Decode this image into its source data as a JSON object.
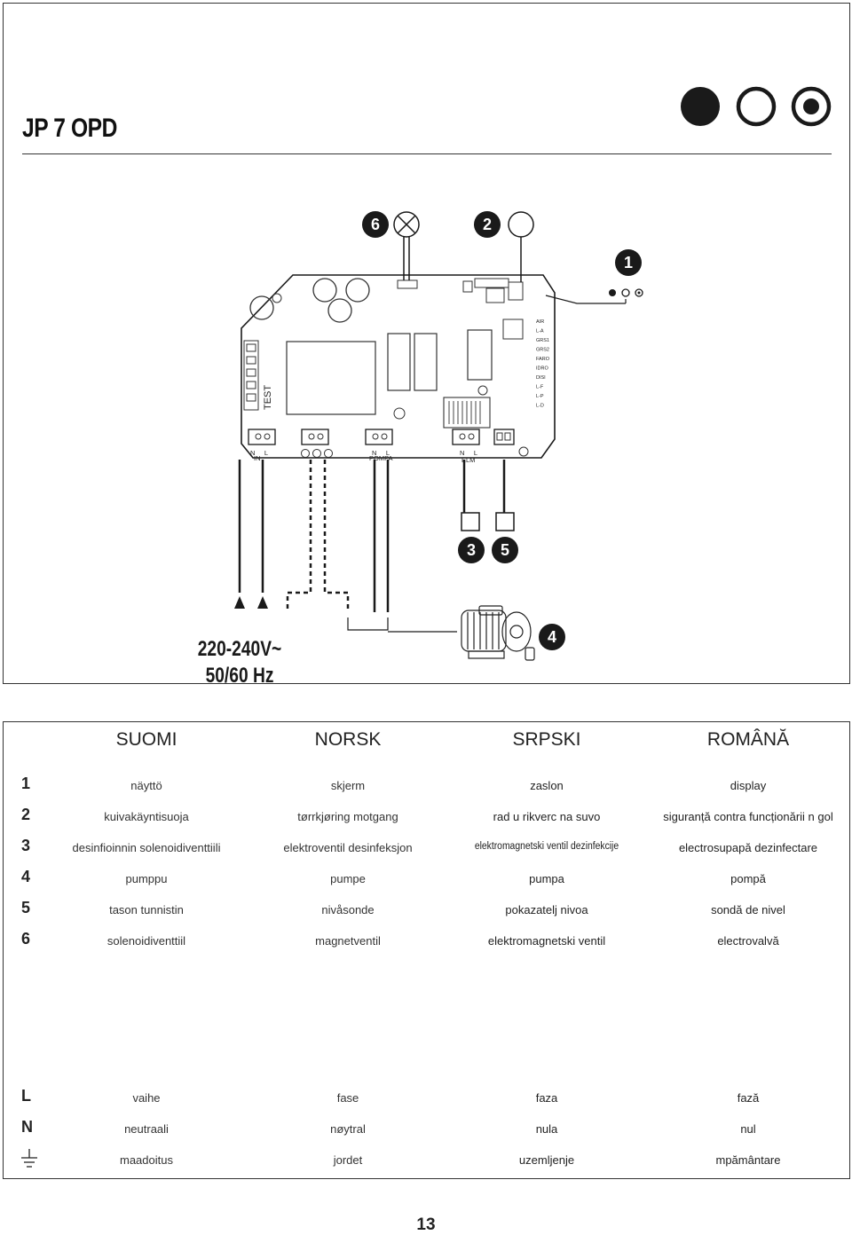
{
  "title": "JP 7 OPD",
  "voltage": {
    "line1": "220-240V~",
    "line2": "50/60 Hz"
  },
  "callouts": {
    "c1": "1",
    "c2": "2",
    "c3": "3",
    "c4": "4",
    "c5": "5",
    "c6": "6"
  },
  "pcb": {
    "test_label": "TEST",
    "terminal_in": "N     L",
    "terminal_in_sub": "IN",
    "terminal_pompa": "N     L",
    "terminal_pompa_sub": "POMPA",
    "terminal_elm": "N     L",
    "terminal_elm_sub": "ELM",
    "side_labels": [
      "AIR",
      "L-A",
      "GRS1",
      "GRS2",
      "FARO",
      "IDRO",
      "DISI",
      "L-F",
      "L-P",
      "L-D"
    ]
  },
  "languages": [
    "SUOMI",
    "NORSK",
    "SRPSKI",
    "ROMÂNĂ"
  ],
  "rows": [
    {
      "num": "1",
      "cells": [
        "näyttö",
        "skjerm",
        "zaslon",
        "display"
      ]
    },
    {
      "num": "2",
      "cells": [
        "kuivakäyntisuoja",
        "tørrkjøring motgang",
        "rad u rikverc na suvo",
        "siguranță contra funcționării n gol"
      ]
    },
    {
      "num": "3",
      "cells": [
        "desinfioinnin solenoidiventtiili",
        "elektroventil desinfeksjon",
        "elektromagnetski ventil dezinfekcije",
        "electrosupapă dezinfectare"
      ]
    },
    {
      "num": "4",
      "cells": [
        "pumppu",
        "pumpe",
        "pumpa",
        "pompă"
      ]
    },
    {
      "num": "5",
      "cells": [
        "tason tunnistin",
        "nivåsonde",
        "pokazatelj nivoa",
        "sondă de nivel"
      ]
    },
    {
      "num": "6",
      "cells": [
        "solenoidiventtiil",
        "magnetventil",
        "elektromagnetski ventil",
        "electrovalvă"
      ]
    }
  ],
  "legend": [
    {
      "sym": "L",
      "cells": [
        "vaihe",
        "fase",
        "faza",
        "fază"
      ]
    },
    {
      "sym": "N",
      "cells": [
        "neutraali",
        "nøytral",
        "nula",
        "nul"
      ]
    },
    {
      "sym": "",
      "cells": [
        "maadoitus",
        "jordet",
        "uzemljenje",
        "mpământare"
      ]
    }
  ],
  "page_number": "13"
}
